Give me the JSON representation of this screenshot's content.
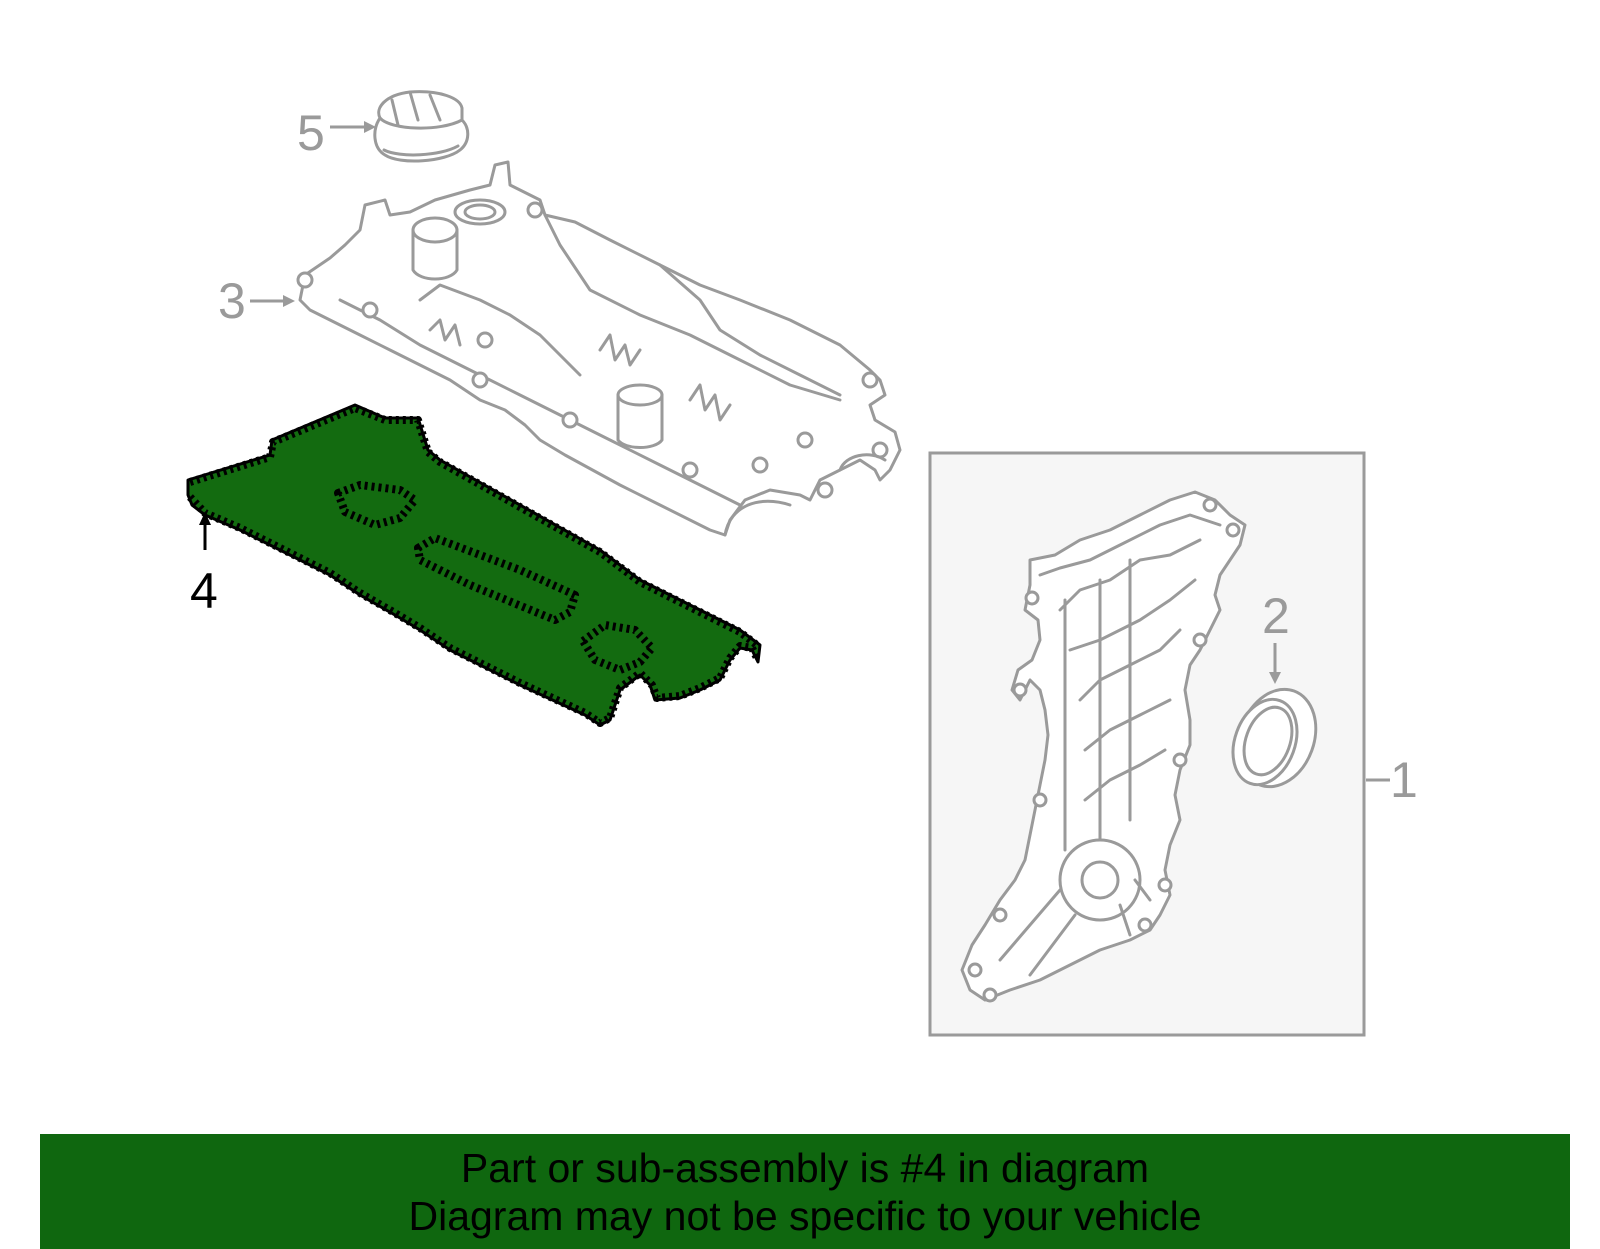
{
  "diagram": {
    "callouts": {
      "c1": "1",
      "c2": "2",
      "c3": "3",
      "c4": "4",
      "c5": "5"
    },
    "highlighted_part": "4",
    "colors": {
      "highlight": "#136b10",
      "banner": "#0f670f",
      "line": "#9a9a9a"
    }
  },
  "banner": {
    "line1": "Part or sub-assembly is #4 in diagram",
    "line2": "Diagram may not be specific to your vehicle"
  }
}
